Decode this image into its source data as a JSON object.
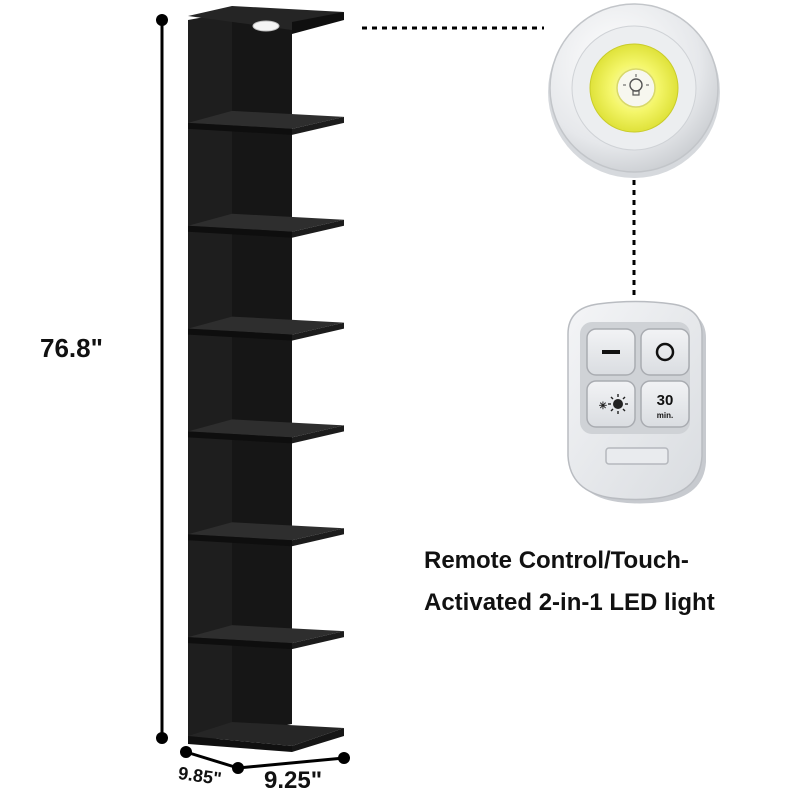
{
  "dimensions": {
    "height": "76.8\"",
    "depth": "9.85\"",
    "width": "9.25\""
  },
  "caption": {
    "line1": "Remote Control/Touch-",
    "line2": "Activated 2-in-1 LED light"
  },
  "remote": {
    "timer_value": "30",
    "timer_unit": "min."
  },
  "colors": {
    "shelf": "#1c1c1c",
    "shelf_edge": "#2e2e2e",
    "ink": "#111111",
    "led": "#f2f45a",
    "housing": "#e9ebee"
  },
  "icons": {
    "light": "light-bulb-icon",
    "off_button": "minus-icon",
    "on_button": "circle-icon",
    "brightness_button": "sun-brightness-icon"
  },
  "shelf_count": 7
}
